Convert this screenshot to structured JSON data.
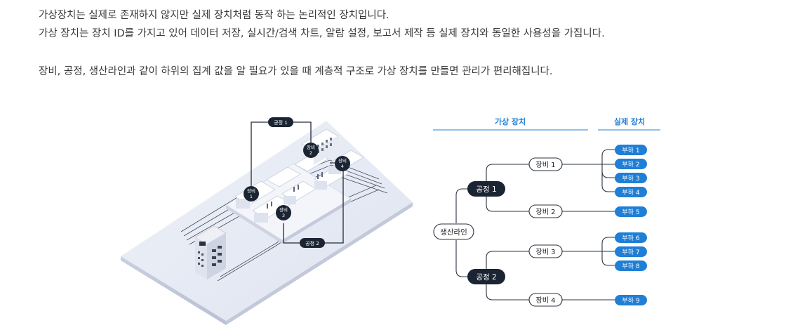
{
  "intro": {
    "line1": "가상장치는 실제로 존재하지 않지만 실제 장치처럼 동작 하는 논리적인 장치입니다.",
    "line2": "가상 장치는 장치 ID를 가지고 있어 데이터 저장, 실시간/검색 차트, 알람 설정, 보고서 제작 등 실제 장치와 동일한 사용성을 가집니다.",
    "line3": "장비, 공정, 생산라인과 같이 하위의 집계 값을 알 필요가 있을 때 계층적 구조로 가상 장치를 만들면 관리가 편리해집니다."
  },
  "illustration": {
    "process1": "공정 1",
    "process2": "공정 2",
    "eq1": "장비\n1",
    "eq2": "장비\n2",
    "eq3": "장비\n3",
    "eq4": "장비\n4"
  },
  "tree": {
    "header_virtual": "가상 장치",
    "header_real": "실제 장치",
    "root": "생산라인",
    "process1": "공정 1",
    "process2": "공정 2",
    "equip": [
      "장비 1",
      "장비 2",
      "장비 3",
      "장비 4"
    ],
    "loads": [
      "부하 1",
      "부하 2",
      "부하 3",
      "부하 4",
      "부하 5",
      "부하 6",
      "부하 7",
      "부하 8",
      "부하 9"
    ]
  },
  "colors": {
    "dark": "#1b2433",
    "blue": "#1f7fd6",
    "header_line": "#4c9ee8",
    "line": "#2c3441"
  }
}
